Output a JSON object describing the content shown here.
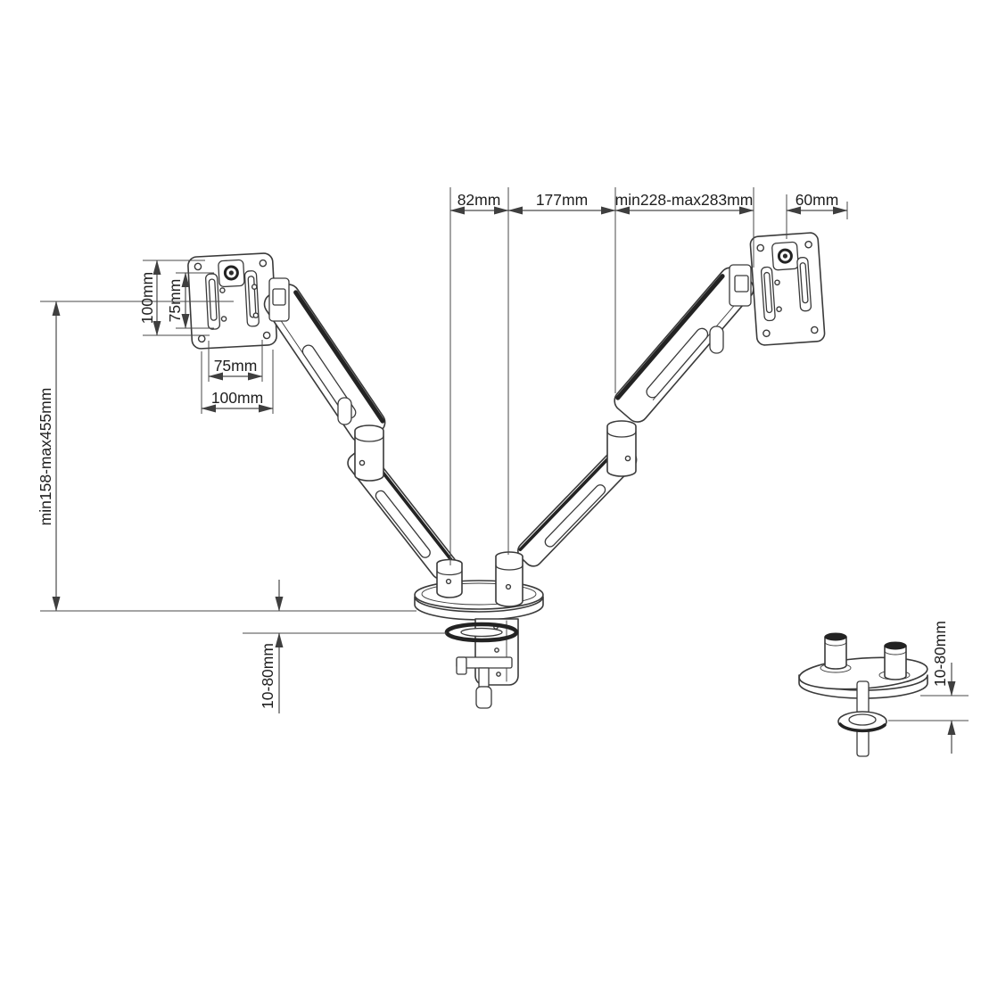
{
  "dims": {
    "top": {
      "arm_spacing": "82mm",
      "lower_arm": "177mm",
      "upper_arm": "min228-max283mm",
      "head_offset": "60mm"
    },
    "height_range": "min158-max455mm",
    "vesa": {
      "height_outer": "100mm",
      "height_inner": "75mm",
      "width_inner": "75mm",
      "width_outer": "100mm"
    },
    "clamp_thickness": "10-80mm",
    "grommet_thickness": "10-80mm"
  },
  "colors": {
    "line": "#3a3a3a",
    "dimension_line": "#4a4a4a",
    "text": "#1e1e1e",
    "dark_accent": "#232323",
    "background": "#ffffff"
  }
}
